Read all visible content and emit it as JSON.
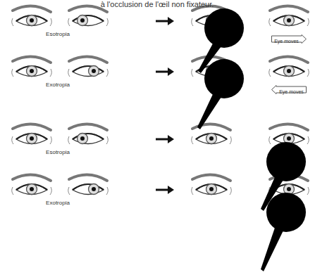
{
  "diagram": {
    "title": "à l'occlusion de l'œil non fixateur.",
    "nodes": [
      {
        "text": [
          "Eye moves"
        ]
      },
      {
        "text": [
          "Eye moves"
        ]
      }
    ],
    "labels": [
      "Esotropia",
      "Exotropia",
      "Esotropia",
      "Exotropia"
    ]
  }
}
